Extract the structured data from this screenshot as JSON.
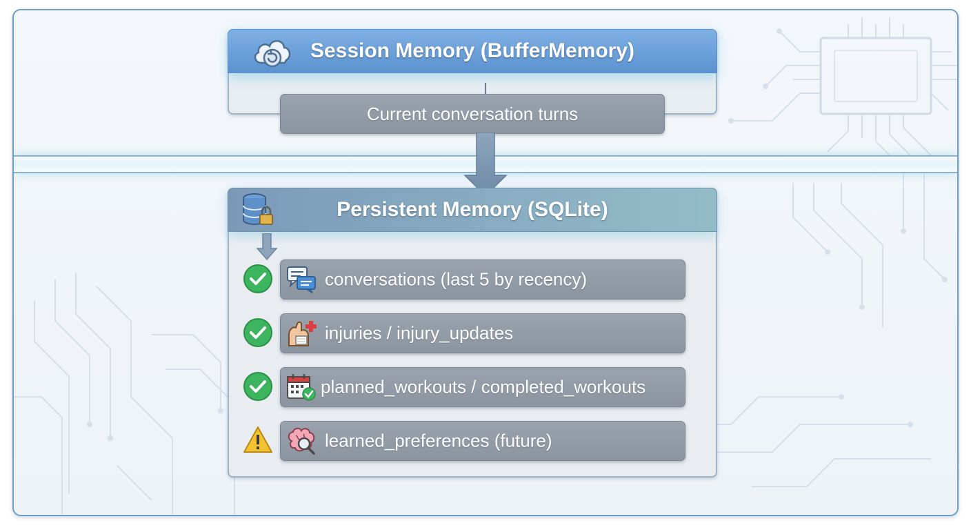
{
  "session": {
    "title": "Session Memory (BufferMemory)",
    "current_label": "Current conversation turns"
  },
  "persistent": {
    "title": "Persistent Memory (SQLite)",
    "items": [
      {
        "label": "conversations (last 5 by recency)",
        "status": "check",
        "icon": "chat-bubbles-icon"
      },
      {
        "label": "injuries / injury_updates",
        "status": "check",
        "icon": "bandaged-arm-icon"
      },
      {
        "label": "planned_workouts / completed_workouts",
        "status": "check",
        "icon": "calendar-check-icon"
      },
      {
        "label": "learned_preferences (future)",
        "status": "warning",
        "icon": "brain-search-icon"
      }
    ]
  },
  "colors": {
    "check": "#3cb55e",
    "warning": "#f2c230",
    "session_header": "#6a9fd8",
    "persistent_header": "#83a6bd"
  }
}
